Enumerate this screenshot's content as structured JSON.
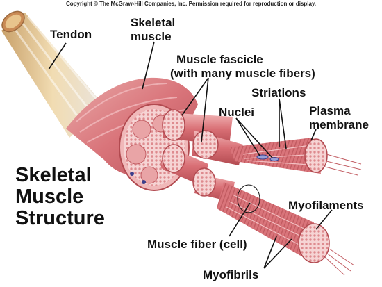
{
  "copyright": "Copyright © The McGraw-Hill Companies, Inc. Permission required for reproduction or display.",
  "title": {
    "line1": "Skeletal",
    "line2": "Muscle",
    "line3": "Structure"
  },
  "labels": {
    "tendon": "Tendon",
    "skeletal_muscle_line1": "Skeletal",
    "skeletal_muscle_line2": "muscle",
    "fascicle_line1": "Muscle fascicle",
    "fascicle_line2": "(with many muscle fibers)",
    "striations": "Striations",
    "nuclei": "Nuclei",
    "plasma_line1": "Plasma",
    "plasma_line2": "membrane",
    "myofilaments": "Myofilaments",
    "muscle_fiber": "Muscle fiber (cell)",
    "myofibrils": "Myofibrils"
  },
  "colors": {
    "muscle": "#d9747a",
    "muscle_dark": "#b24a50",
    "muscle_light": "#f3c2c4",
    "tendon": "#e6c58e",
    "leader_line": "#111111"
  }
}
